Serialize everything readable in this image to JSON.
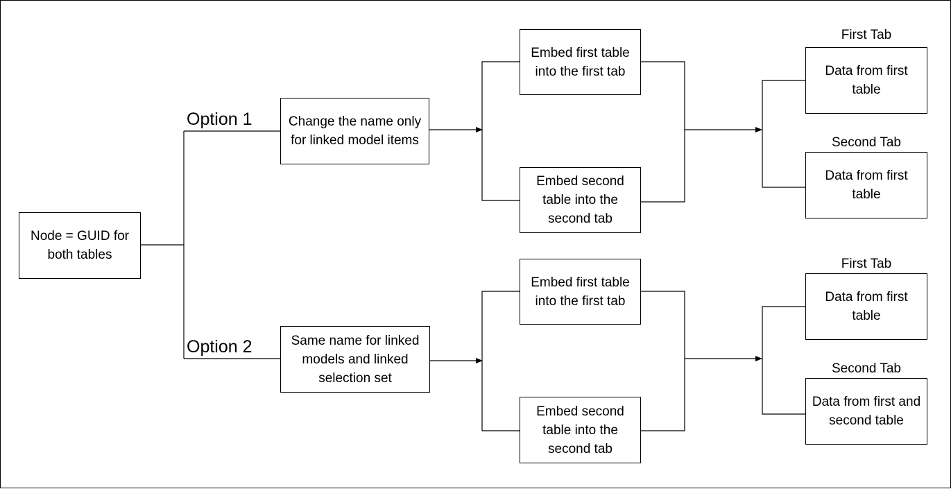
{
  "root": {
    "text": "Node = GUID for both tables"
  },
  "options": [
    {
      "label": "Option 1",
      "box": "Change the name only for linked model items",
      "embed_first": "Embed first table into the first tab",
      "embed_second": "Embed second table into the second tab",
      "first_tab": {
        "label": "First Tab",
        "content": "Data from first table"
      },
      "second_tab": {
        "label": "Second Tab",
        "content": "Data from first table"
      }
    },
    {
      "label": "Option 2",
      "box": "Same name for linked models and linked selection set",
      "embed_first": "Embed first table into the first tab",
      "embed_second": "Embed second table into the second tab",
      "first_tab": {
        "label": "First Tab",
        "content": "Data from first table"
      },
      "second_tab": {
        "label": "Second Tab",
        "content": "Data from first and second table"
      }
    }
  ]
}
